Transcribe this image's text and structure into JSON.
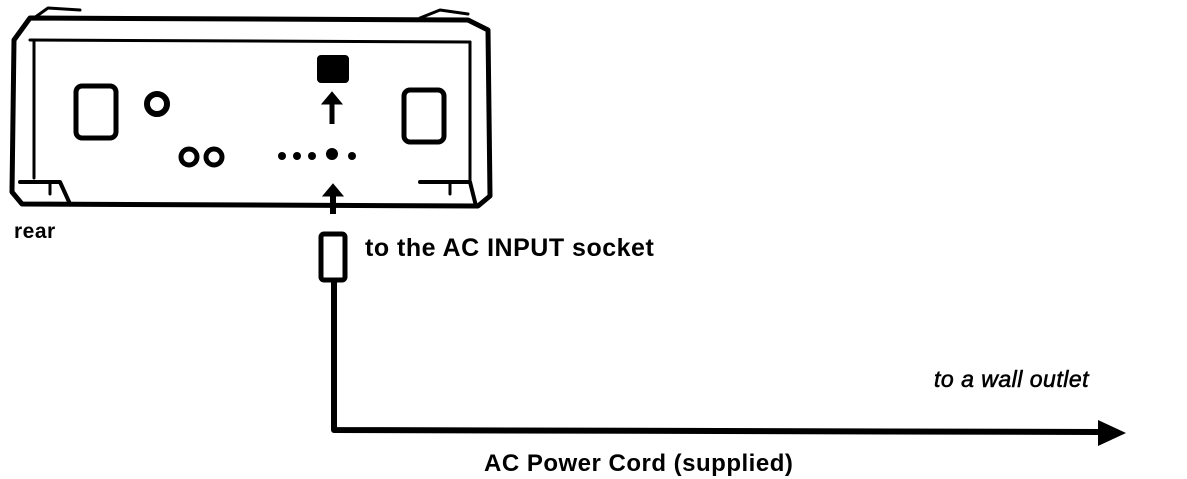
{
  "labels": {
    "rear": "rear",
    "input_socket": "to the AC INPUT socket",
    "wall_outlet": "to a wall outlet",
    "power_cord": "AC Power Cord (supplied)"
  }
}
